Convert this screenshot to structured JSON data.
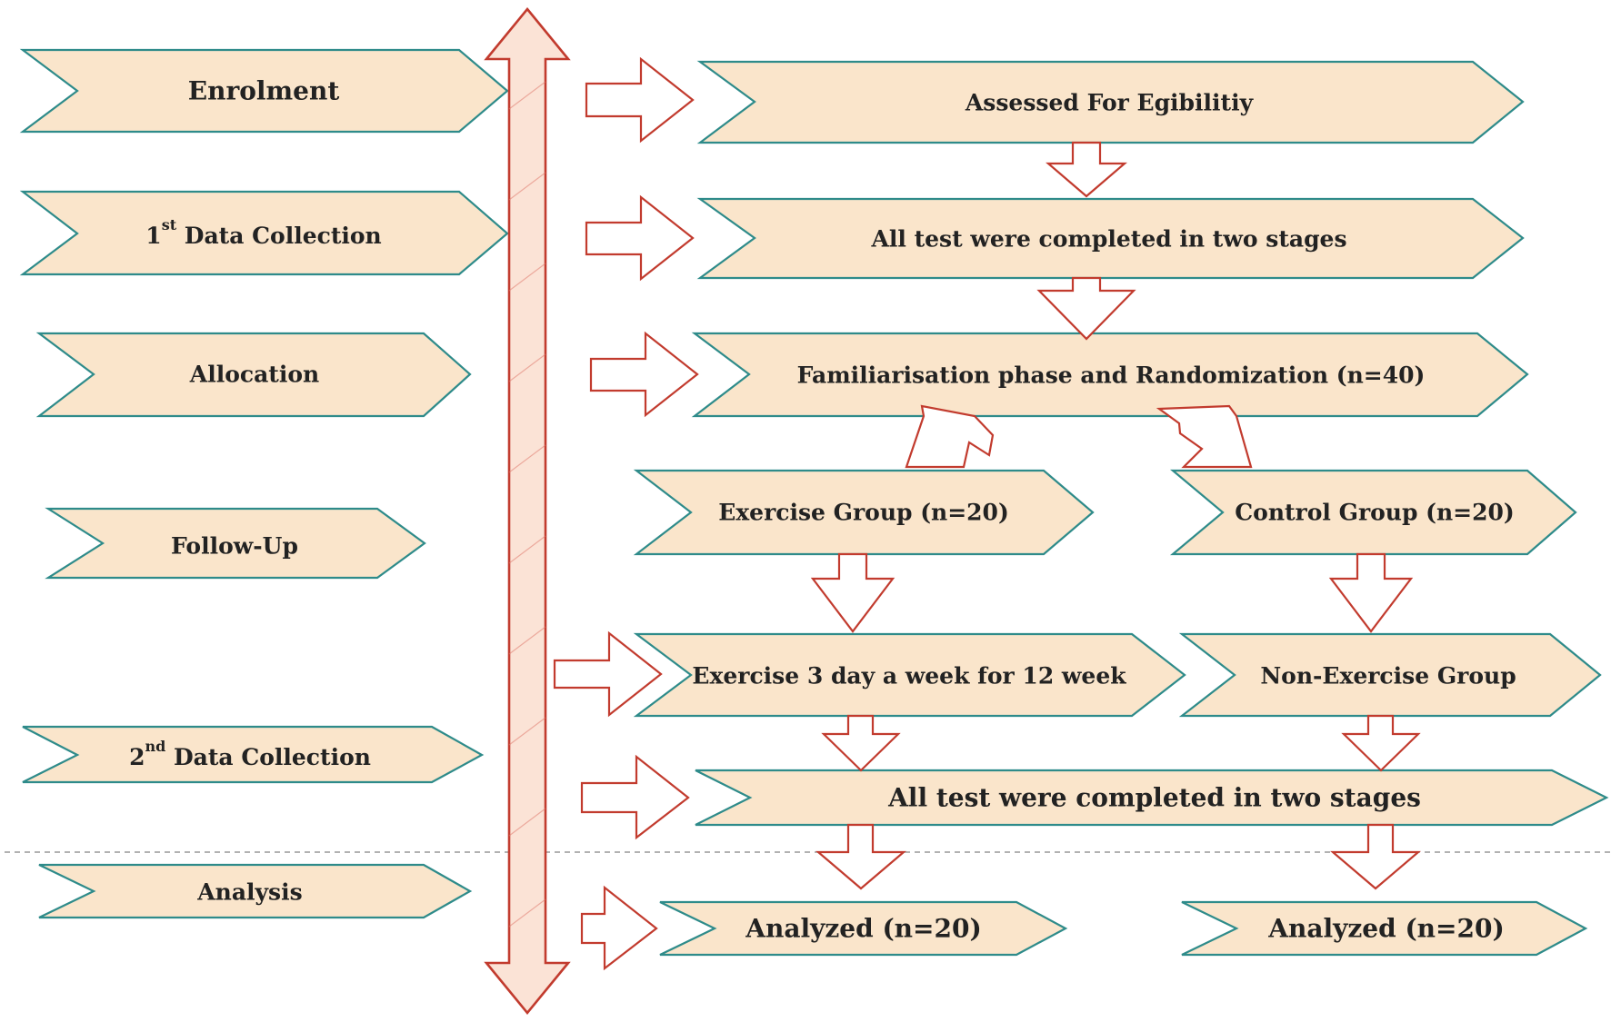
{
  "phases": {
    "enrolment": "Enrolment",
    "data_collection_1": {
      "ordinal": "1",
      "suffix": "st",
      "text": " Data Collection"
    },
    "allocation": "Allocation",
    "follow_up": "Follow-Up",
    "data_collection_2": {
      "ordinal": "2",
      "suffix": "nd",
      "text": " Data Collection"
    },
    "analysis": "Analysis"
  },
  "steps": {
    "assessed": "Assessed For Egibilitiy",
    "tests_stage_1": "All test were completed in two stages",
    "familiarisation": "Familiarisation phase and Randomization (n=40)",
    "exercise_group": "Exercise Group (n=20)",
    "control_group": "Control  Group (n=20)",
    "exercise_protocol": "Exercise 3 day a week for  12 week",
    "non_exercise": "Non-Exercise Group",
    "tests_stage_2": "All test were completed in two stages",
    "analyzed_exercise": "Analyzed (n=20)",
    "analyzed_control": "Analyzed (n=20)"
  },
  "colors": {
    "box_fill": "#fae5cb",
    "box_stroke": "#2e8b8a",
    "arrow_stroke": "#c23b2e",
    "timeline_fill": "#fbe3d6"
  }
}
